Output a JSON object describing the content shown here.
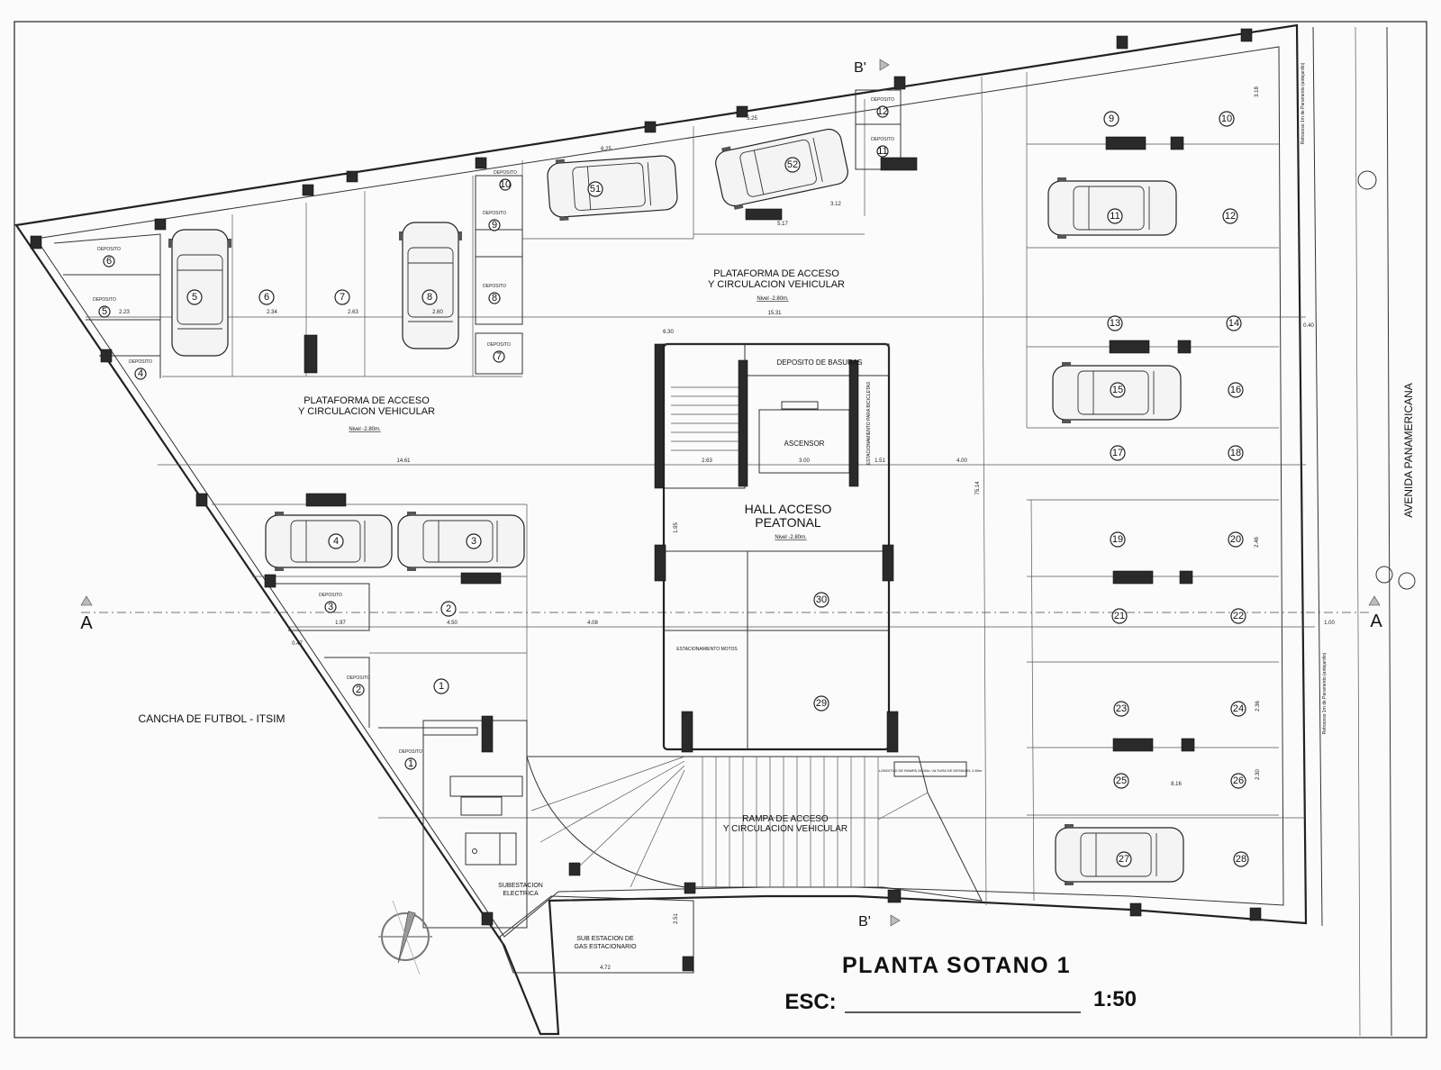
{
  "title": "PLANTA SOTANO 1",
  "scale": {
    "prefix": "ESC:",
    "value": "1:50"
  },
  "street": "AVENIDA PANAMERICANA",
  "field": "CANCHA DE FUTBOL - ITSIM",
  "platform_north": {
    "line1": "PLATAFORMA DE ACCESO",
    "line2": "Y CIRCULACION VEHICULAR",
    "level": "Nivel -2.80m."
  },
  "platform_west": {
    "line1": "PLATAFORMA DE ACCESO",
    "line2": "Y CIRCULACION VEHICULAR",
    "level": "Nivel -2.80m."
  },
  "hall": {
    "line1": "HALL ACCESO",
    "line2": "PEATONAL",
    "level": "Nivel -2.80m."
  },
  "elevator": "ASCENSOR",
  "trash": "DEPOSITO DE BASURAS",
  "bikes": "ESTACIONAMIENTO PARA BICICLETAS",
  "motos": "ESTACIONAMIENTO MOTOS",
  "ramp": {
    "line1": "RAMPA DE ACCESO",
    "line2": "Y CIRCULACION VEHICULAR"
  },
  "ramp_note": "LONGITUD DE RAMPA 24.00m / ALTURA DE DESNIVEL 2.80m",
  "substation": {
    "line1": "SUBESTACION",
    "line2": "ELECTRICA"
  },
  "gas": {
    "line1": "SUB ESTACION DE",
    "line2": "GAS ESTACIONARIO"
  },
  "setback": "Retroceso 1m de Paramento (antejardin)",
  "section_a": "A",
  "section_b": "B'",
  "storage_word": "DEPOSITO",
  "storage_numbers": [
    "1",
    "2",
    "3",
    "4",
    "5",
    "6",
    "7",
    "8",
    "9",
    "10",
    "11",
    "12"
  ],
  "parking_numbers": [
    "1",
    "2",
    "3",
    "4",
    "5",
    "6",
    "7",
    "8",
    "9",
    "10",
    "11",
    "12",
    "13",
    "14",
    "15",
    "16",
    "17",
    "18",
    "19",
    "20",
    "21",
    "22",
    "23",
    "24",
    "25",
    "26",
    "27",
    "28",
    "29",
    "30",
    "51",
    "52"
  ],
  "dimensions": [
    "14.61",
    "15.31",
    "4.00",
    "4.50",
    "4.08",
    "2.63",
    "3.00",
    "1.51",
    "4.72",
    "2.23",
    "2.34",
    "2.63",
    "2.60",
    "8.16",
    "5.17",
    "3.12",
    "6.25",
    "5.25",
    "1.97",
    "0.47",
    "0.40",
    "1.00",
    "1.95",
    "6.30",
    "2.51",
    "3.18",
    "2.46",
    "2.36",
    "2.30",
    "75.14"
  ]
}
